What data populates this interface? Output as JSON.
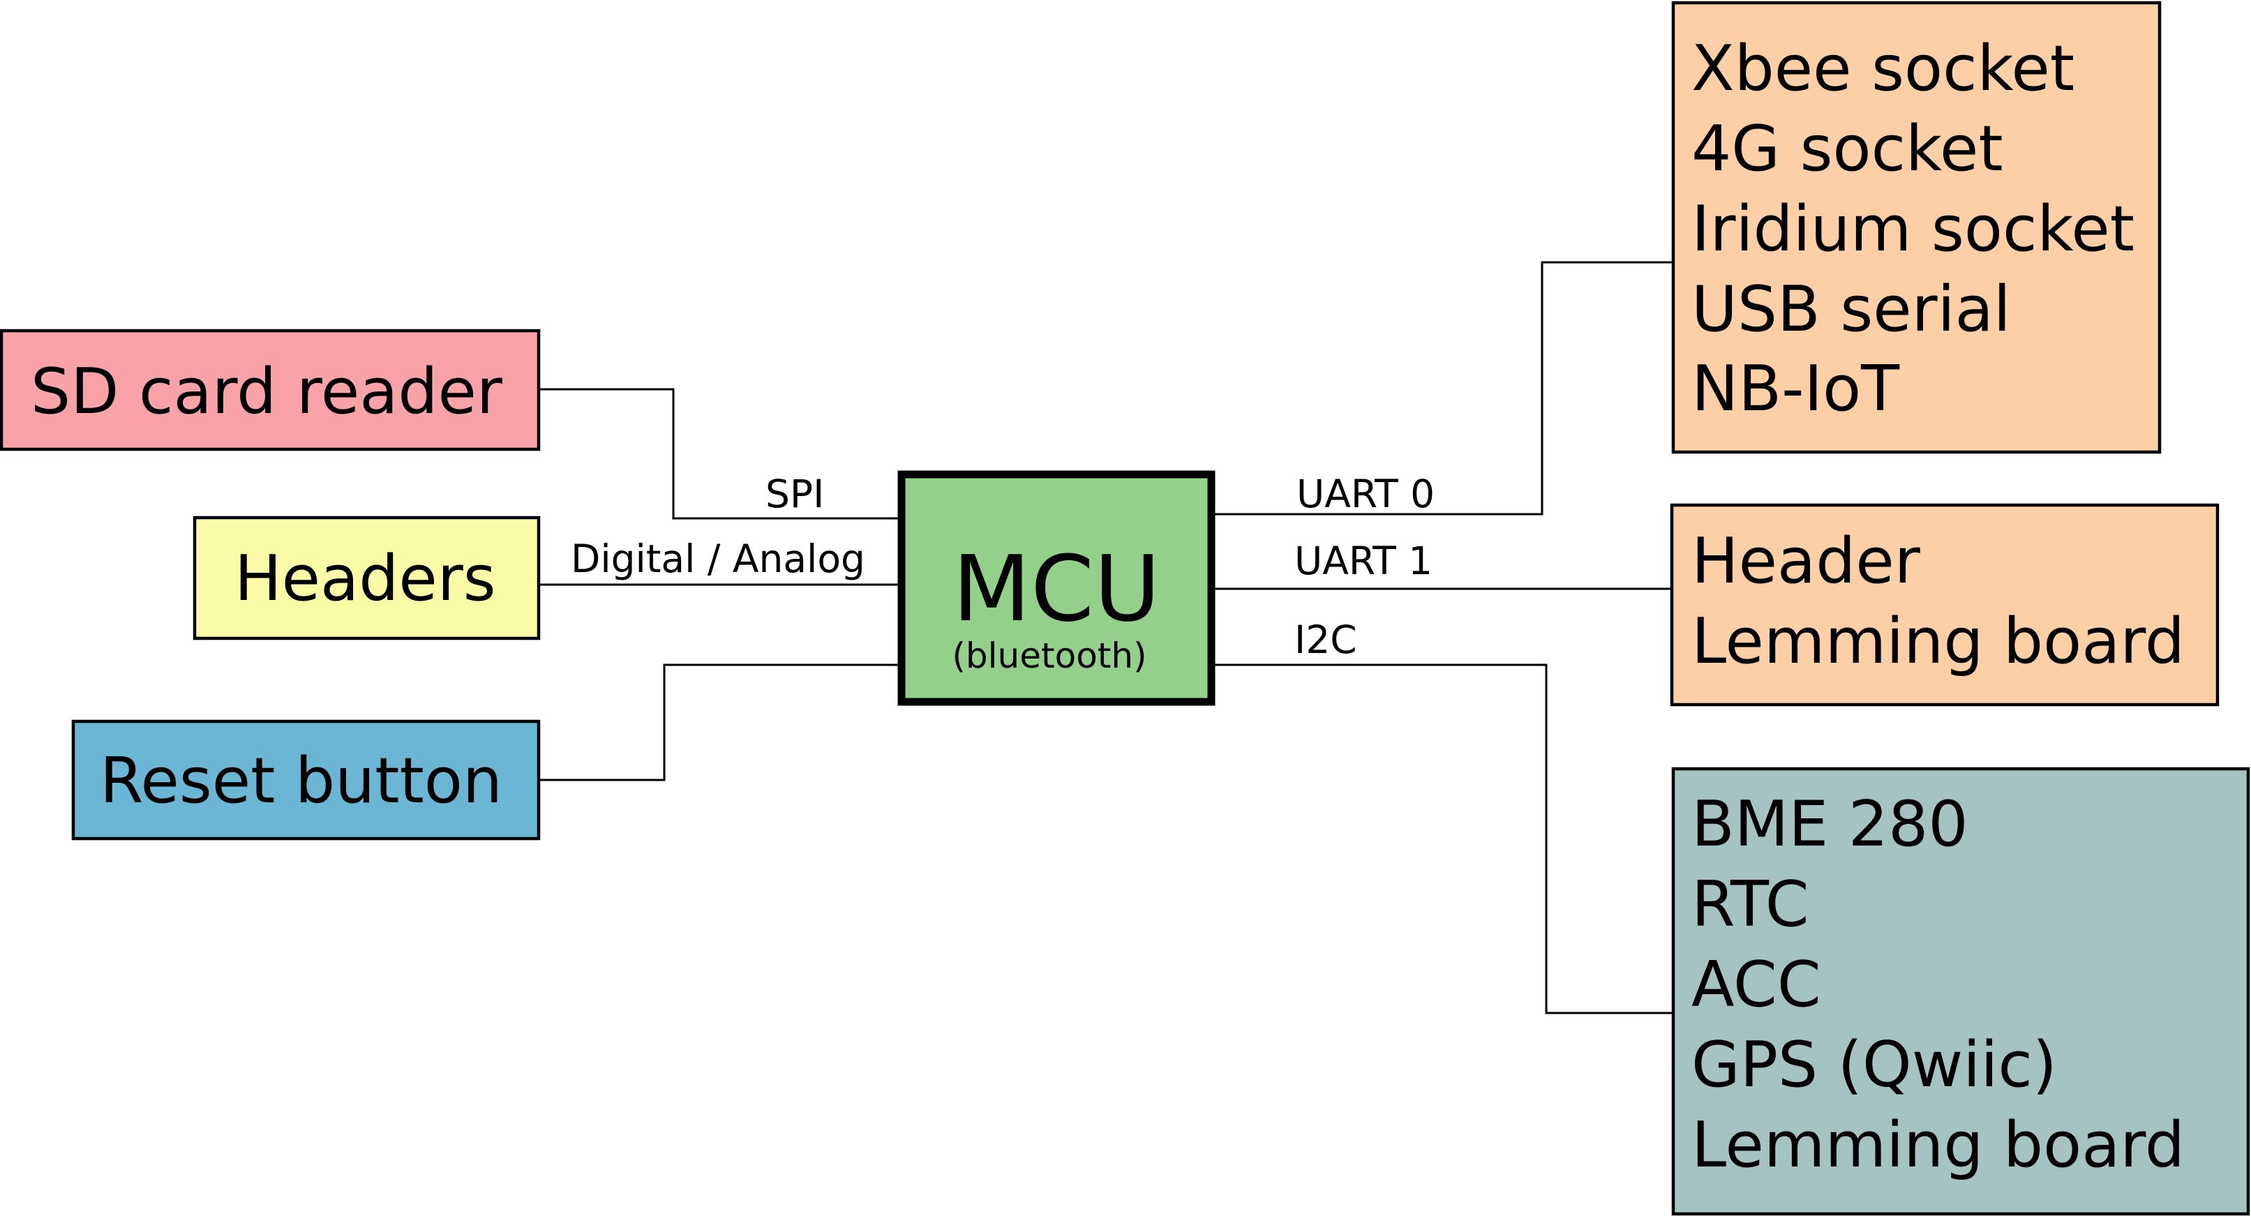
{
  "colors": {
    "sd": "#f9a3a8",
    "headers_box": "#fbfaa7",
    "reset": "#6bb6d4",
    "mcu": "#93d18b",
    "comms": "#fdcfa6",
    "header_right": "#fdcfa6",
    "sensors": "#a4c3c1"
  },
  "mcu": {
    "title": "MCU",
    "subtitle": "(bluetooth)"
  },
  "left": {
    "sd": "SD card reader",
    "headers": "Headers",
    "reset": "Reset button"
  },
  "buses": {
    "spi": "SPI",
    "digital": "Digital / Analog",
    "uart0": "UART 0",
    "uart1": "UART 1",
    "i2c": "I2C"
  },
  "right": {
    "comms": [
      "Xbee socket",
      "4G socket",
      "Iridium socket",
      "USB serial",
      "NB-IoT"
    ],
    "header": [
      "Header",
      "Lemming board"
    ],
    "sensors": [
      "BME 280",
      "RTC",
      "ACC",
      "GPS (Qwiic)",
      "Lemming board"
    ]
  }
}
